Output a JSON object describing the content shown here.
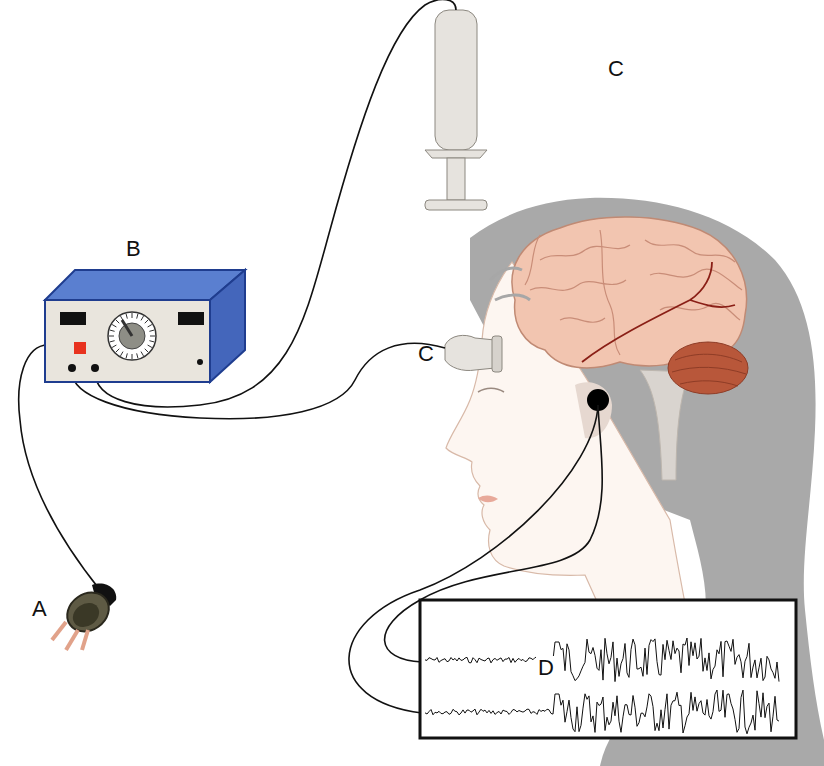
{
  "diagram": {
    "labels": [
      "C",
      "B",
      "C",
      "A",
      "D"
    ]
  }
}
